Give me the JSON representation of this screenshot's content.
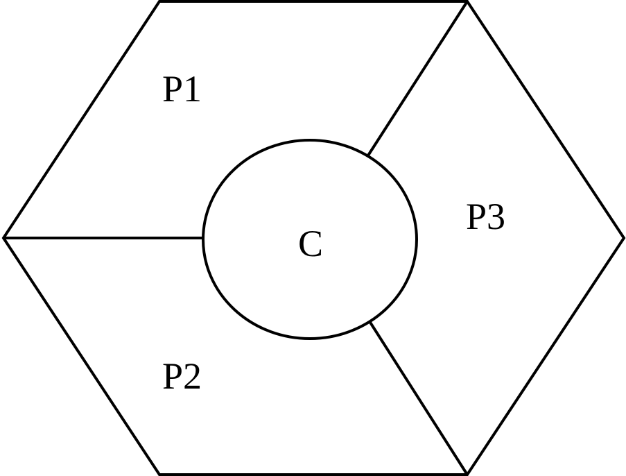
{
  "labels": {
    "region_p1": "P1",
    "region_p2": "P2",
    "region_p3": "P3",
    "center": "C"
  },
  "colors": {
    "stroke": "#000000",
    "background": "#ffffff"
  }
}
